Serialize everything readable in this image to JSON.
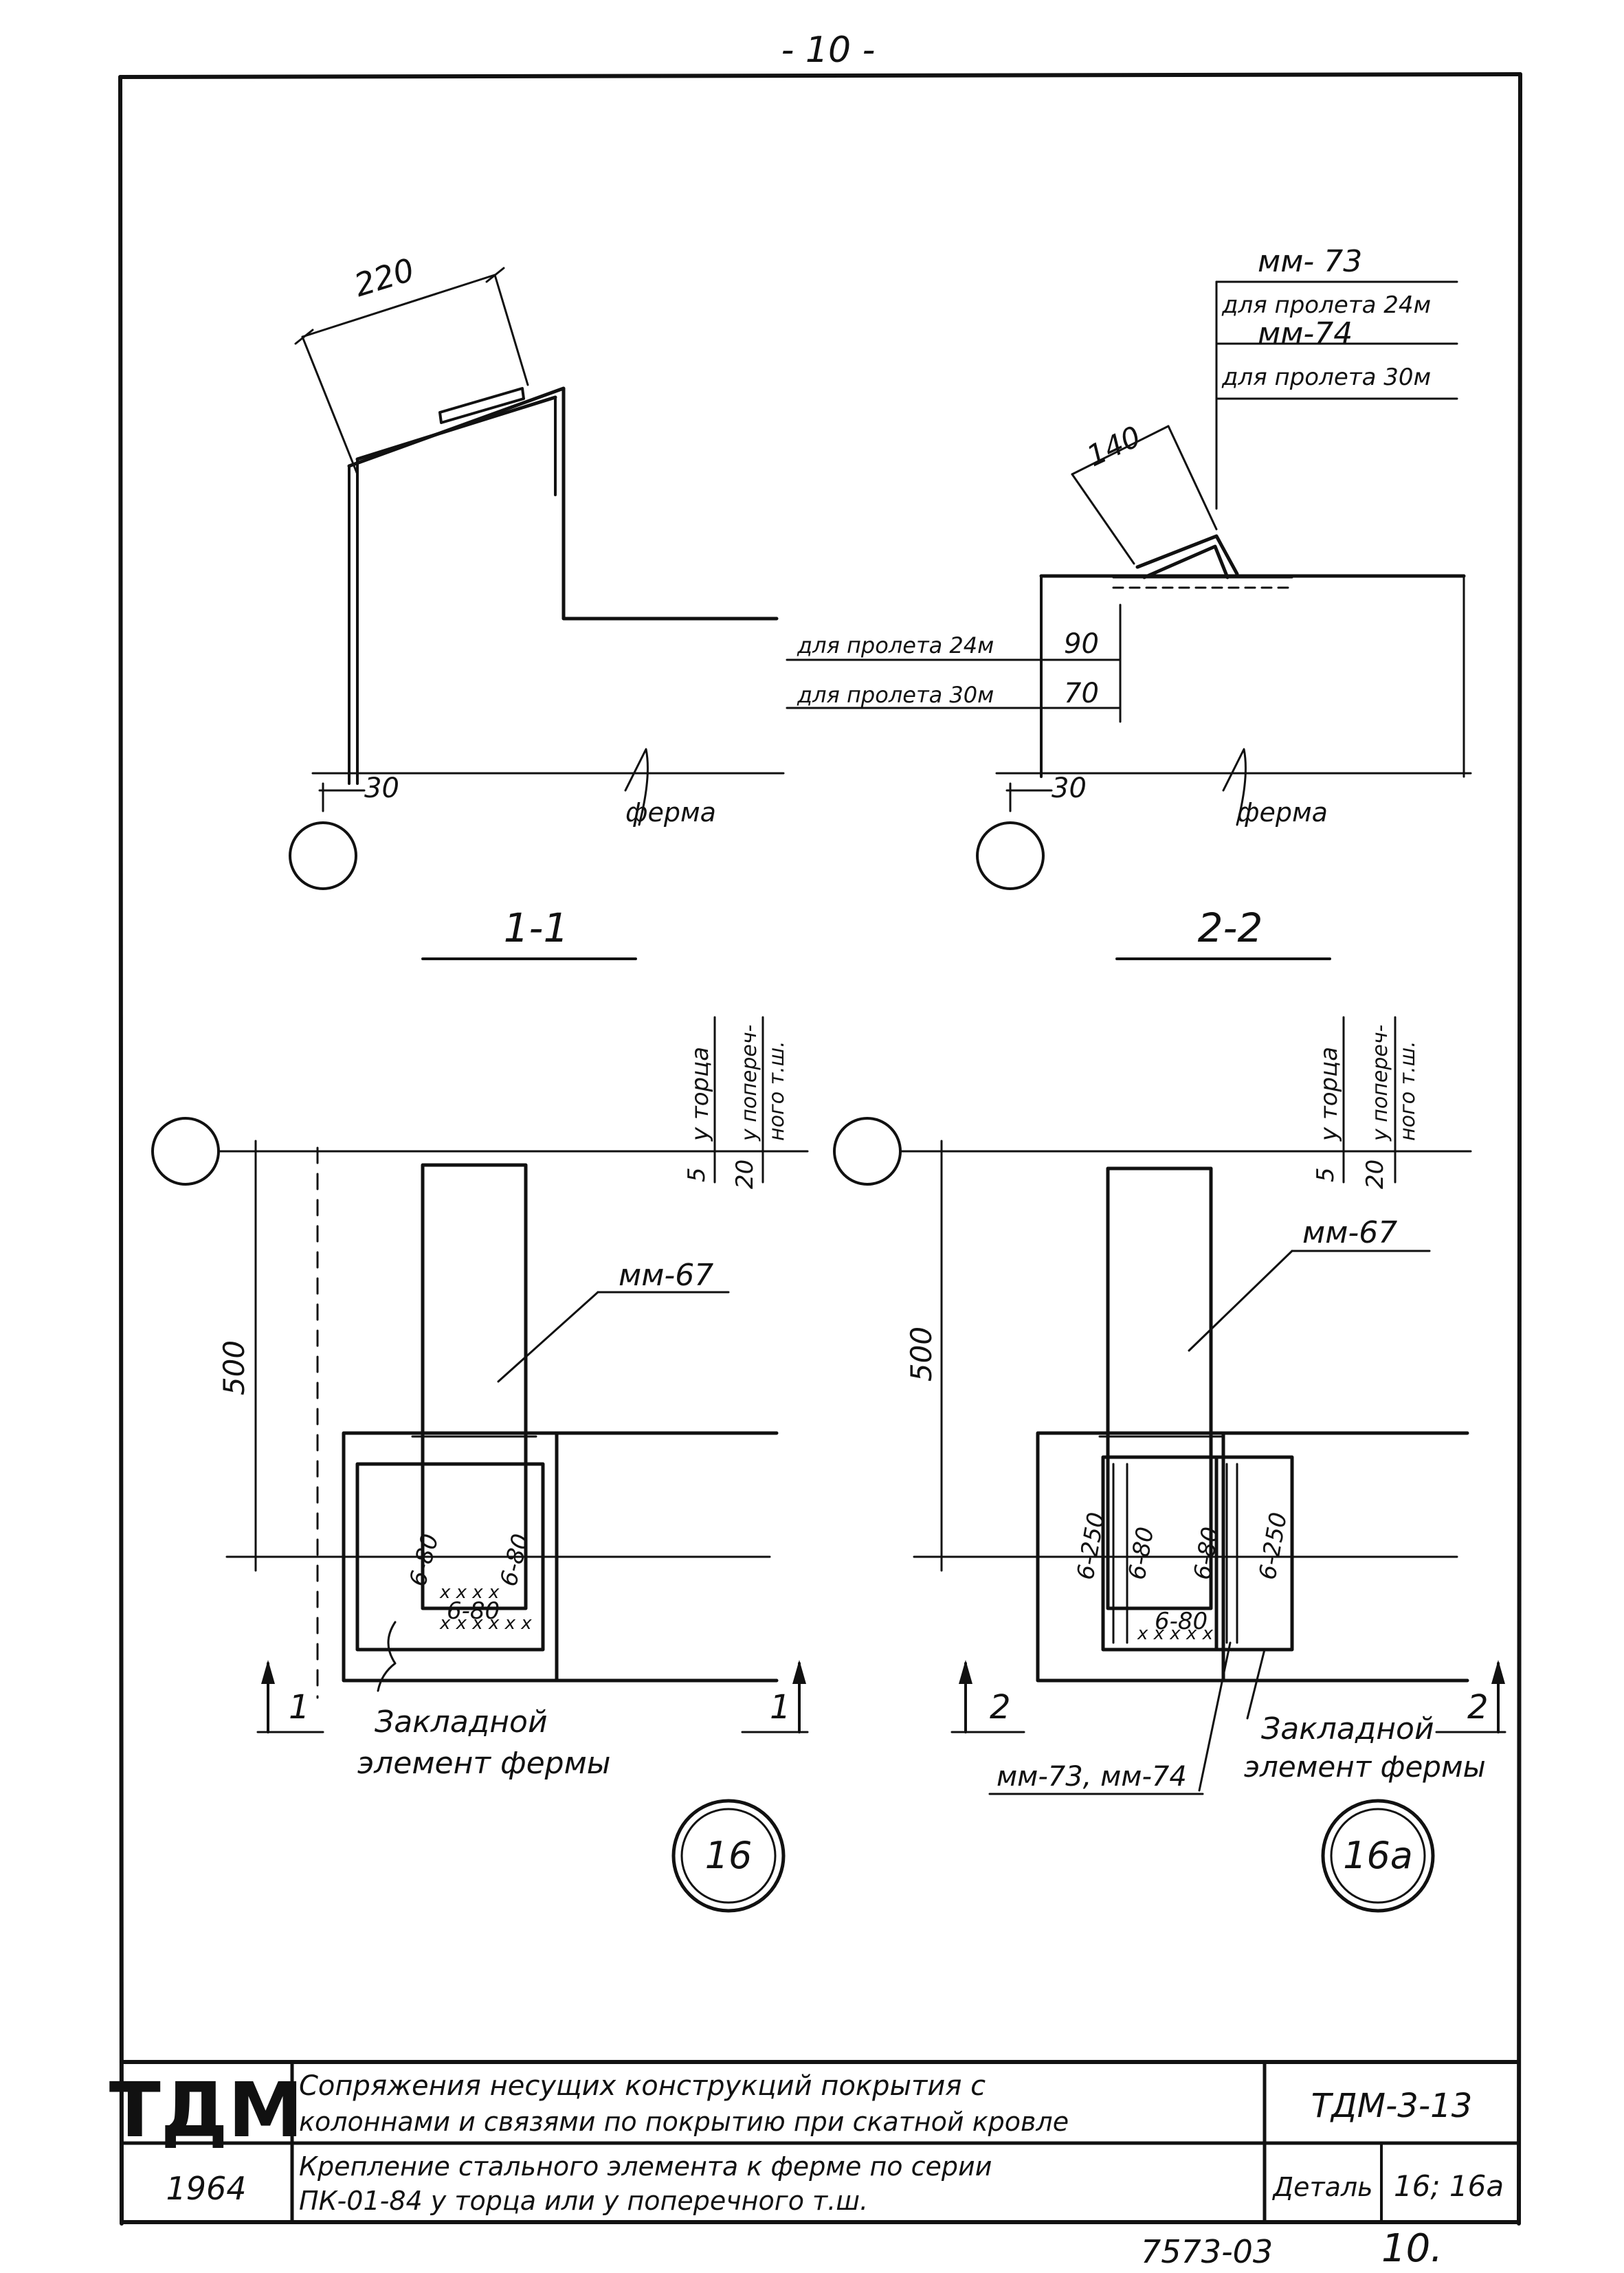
{
  "page_number": "- 10 -",
  "sections": {
    "sec11": "1-1",
    "sec22": "2-2"
  },
  "top_left": {
    "dim_220": "220",
    "dim_30": "30",
    "truss": "ферма"
  },
  "top_right": {
    "elem_mm73": "мм- 73",
    "span24_label": "для пролета 24м",
    "elem_mm74": "мм-74",
    "span30_label": "для пролета 30м",
    "dim_140": "140",
    "row_24": "для пролета 24м",
    "row_30": "для пролета 30м",
    "dim_90": "90",
    "dim_70": "70",
    "dim_30": "30",
    "truss": "ферма"
  },
  "plan_left": {
    "dim_500": "500",
    "dim_5": "5",
    "dim_20": "20",
    "at_end": "у торца",
    "at_transverse_1": "у попереч-",
    "at_transverse_2": "ного т.ш.",
    "elem": "мм-67",
    "weld_left": "6-80",
    "weld_right": "6-80",
    "weld_bottom": "6-80",
    "embedded_1": "Закладной",
    "embedded_2": "элемент фермы",
    "section_mark": "1",
    "detail_no": "16"
  },
  "plan_right": {
    "dim_500": "500",
    "dim_5": "5",
    "dim_20": "20",
    "at_end": "у торца",
    "at_transverse_1": "у попереч-",
    "at_transverse_2": "ного т.ш.",
    "elem": "мм-67",
    "weld_a": "6-250",
    "weld_b": "6-80",
    "weld_c": "6-80",
    "weld_d": "6-250",
    "weld_bottom": "6-80",
    "embedded_1": "Закладной",
    "embedded_2": "элемент фермы",
    "elems_note": "мм-73, мм-74",
    "section_mark": "2",
    "detail_no": "16а"
  },
  "title_block": {
    "logo": "ТДМ",
    "year": "1964",
    "title_line1": "Сопряжения несущих конструкций покрытия с",
    "title_line2": "колоннами и связями по покрытию при скатной кровле",
    "code": "ТДМ-3-13",
    "subtitle_line1": "Крепление стального элемента к ферме по серии",
    "subtitle_line2": "ПК-01-84 у торца или у поперечного т.ш.",
    "detail_label": "Деталь",
    "detail_value": "16; 16а"
  },
  "footer": {
    "sheet_code": "7573-03",
    "sheet_no": "10."
  }
}
